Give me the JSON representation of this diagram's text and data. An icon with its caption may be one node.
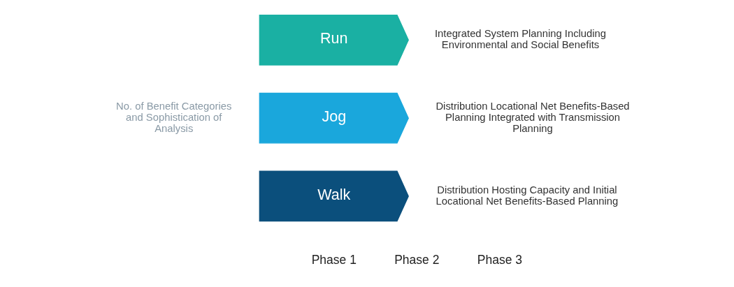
{
  "diagram": {
    "nodes": [
      {
        "text": [
          "Walk"
        ],
        "beside": [
          "Distribution Hosting Capacity and Initial Locational Net Benefits-Based Planning"
        ]
      },
      {
        "text": [
          "Jog"
        ],
        "beside": [
          "Distribution Locational Net Benefits-Based Planning Integrated with Transmission Planning"
        ]
      },
      {
        "text": [
          "Run"
        ],
        "beside": [
          "Integrated System Planning Including Environmental and Social Benefits"
        ]
      }
    ],
    "labels": [
      "No. of Benefit Categories and Sophistication of Analysis",
      "Phase 1",
      "Phase 2",
      "Phase 3"
    ]
  }
}
